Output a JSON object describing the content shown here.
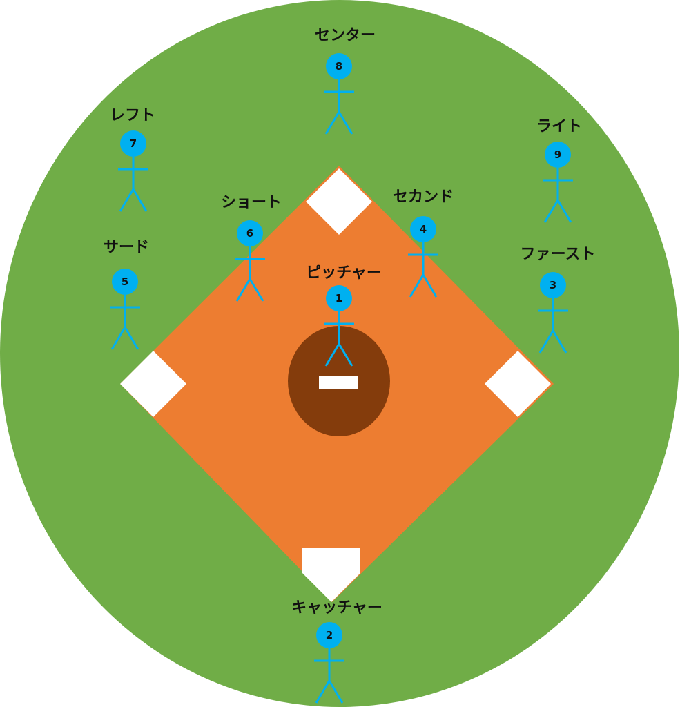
{
  "colors": {
    "outfield": "#70AD47",
    "infield": "#ED7D31",
    "mound": "#843C0C",
    "base": "#FFFFFF",
    "player": "#00B0F0"
  },
  "players": [
    {
      "number": "8",
      "label": "センター"
    },
    {
      "number": "7",
      "label": "レフト"
    },
    {
      "number": "9",
      "label": "ライト"
    },
    {
      "number": "6",
      "label": "ショート"
    },
    {
      "number": "4",
      "label": "セカンド"
    },
    {
      "number": "5",
      "label": "サード"
    },
    {
      "number": "3",
      "label": "ファースト"
    },
    {
      "number": "1",
      "label": "ピッチャー"
    },
    {
      "number": "2",
      "label": "キャッチャー"
    }
  ]
}
